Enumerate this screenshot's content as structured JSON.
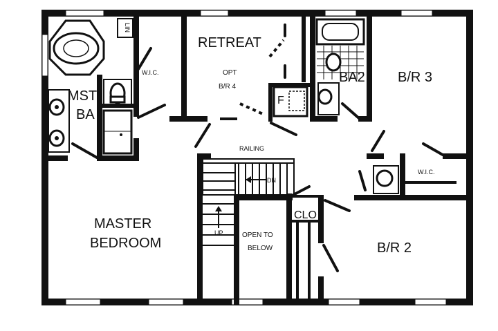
{
  "rooms": {
    "retreat": "RETREAT",
    "opt_line1": "OPT",
    "opt_line2": "B/R 4",
    "mst_ba_line1": "MST",
    "mst_ba_line2": "BA",
    "wic_master": "W.I.C.",
    "lin": "LIN",
    "ba2": "BA2",
    "br3": "B/R 3",
    "wic_br3": "W.I.C.",
    "railing": "RAILING",
    "master_line1": "MASTER",
    "master_line2": "BEDROOM",
    "open_line1": "OPEN TO",
    "open_line2": "BELOW",
    "clo": "CLO",
    "br2": "B/R 2",
    "fireplace": "F",
    "stair_dn": "DN",
    "stair_up": "UP"
  }
}
